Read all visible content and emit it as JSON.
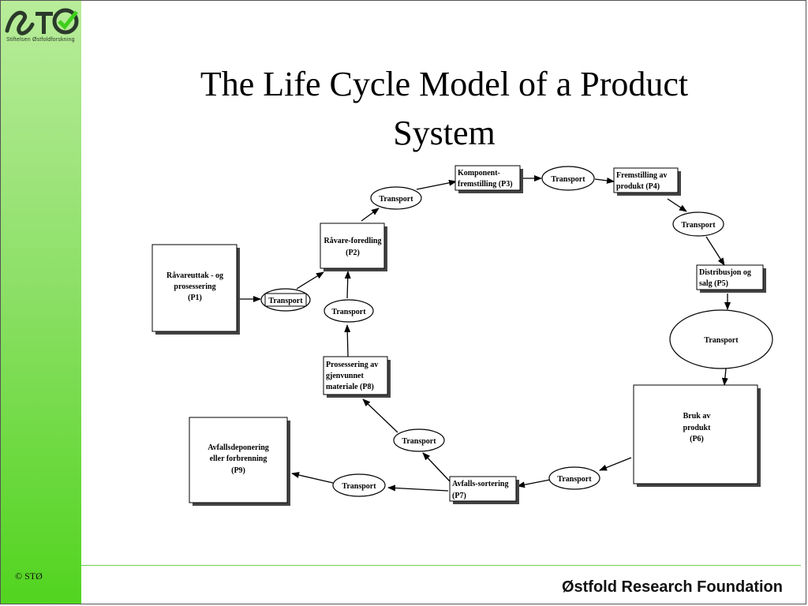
{
  "slide": {
    "title_line1": "The Life Cycle Model of a Product",
    "title_line2": "System",
    "logo_caption": "Stiftelsen Østfoldforskning",
    "copyright": "© STØ",
    "footer": "Østfold Research Foundation"
  },
  "diagram": {
    "processes": {
      "p1": [
        "Råvareuttak - og",
        "prosessering",
        "(P1)"
      ],
      "p2": [
        "Råvare-foredling",
        "(P2)"
      ],
      "p3": [
        "Komponent-",
        "fremstilling (P3)"
      ],
      "p4": [
        "Fremstilling av",
        "produkt  (P4)"
      ],
      "p5": [
        "Distribusjon og",
        "salg  (P5)"
      ],
      "p6": [
        "Bruk av",
        "produkt",
        "(P6)"
      ],
      "p7": [
        "Avfalls-sortering",
        "(P7)"
      ],
      "p8": [
        "Prosessering av",
        "gjenvunnet",
        "materiale  (P8)"
      ],
      "p9": [
        "Avfallsdeponering",
        "eller forbrenning",
        "(P9)"
      ]
    },
    "transport_label": "Transport"
  }
}
